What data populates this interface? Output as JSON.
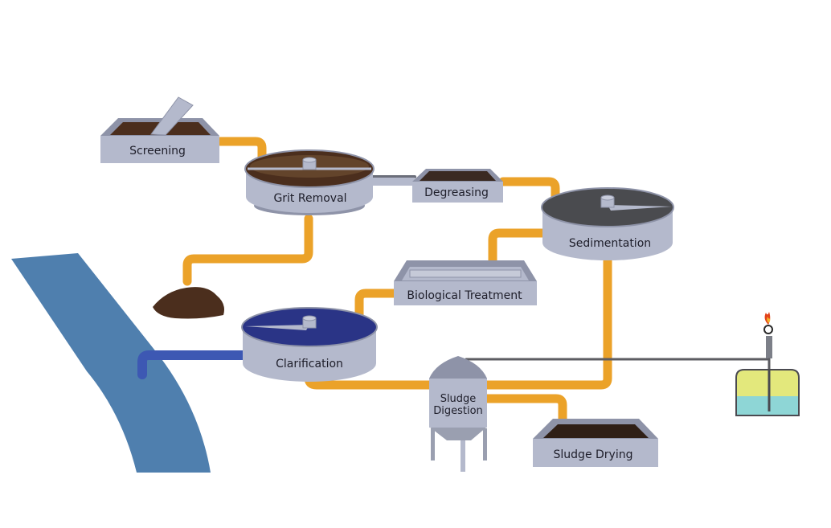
{
  "diagram": {
    "stages": {
      "screening": "Screening",
      "grit_removal": "Grit Removal",
      "degreasing": "Degreasing",
      "sedimentation": "Sedimentation",
      "biological_treatment": "Biological Treatment",
      "clarification": "Clarification",
      "sludge_digestion_line1": "Sludge",
      "sludge_digestion_line2": "Digestion",
      "sludge_drying": "Sludge Drying"
    },
    "colors": {
      "tank_body": "#b4b9cc",
      "tank_outline": "#8e93a8",
      "pipe_sludge": "#eba229",
      "pipe_clean": "#3d58b3",
      "river": "#4f7fae",
      "sludge": "#4b2e1d",
      "clarifier_water": "#2a3486",
      "sediment_top": "#4a4b4f",
      "gas_pipe": "#5c5c62",
      "flame": "#e2431b",
      "gas_tank_top": "#e3e87c",
      "gas_tank_bottom": "#8ed6d6"
    }
  }
}
